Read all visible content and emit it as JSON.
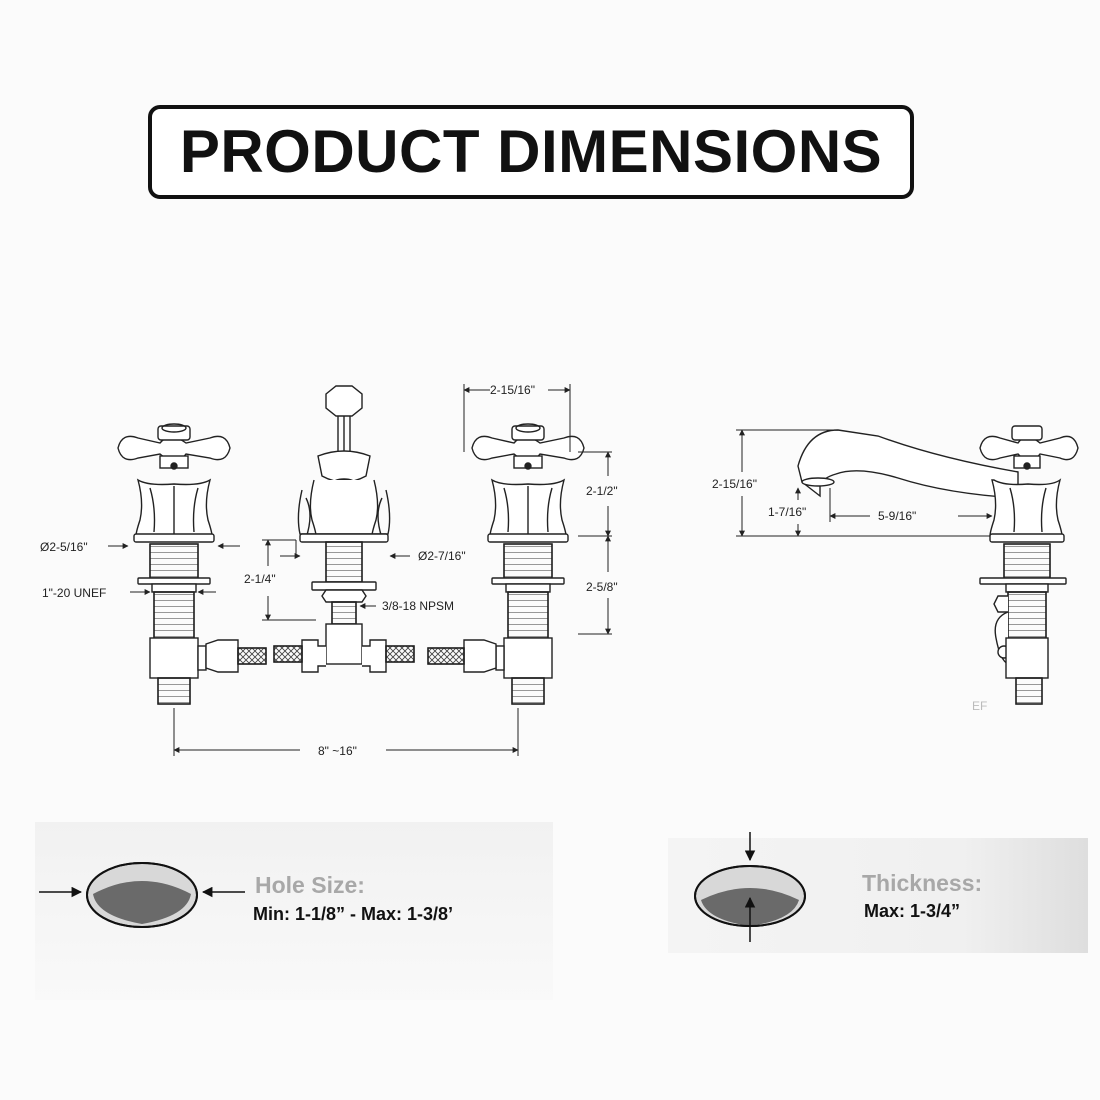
{
  "header": {
    "title": "PRODUCT DIMENSIONS"
  },
  "front_view": {
    "dimensions": {
      "handle_width": "2-15/16\"",
      "handle_height": "2-1/2\"",
      "shank_length": "2-5/8\"",
      "base_diameter_handle": "Ø2-5/16\"",
      "base_diameter_spout": "Ø2-7/16\"",
      "spout_shank_length": "2-1/4\"",
      "shank_thread": "1\"-20 UNEF",
      "inlet_thread": "3/8-18 NPSM",
      "spread": "8\" ~16\""
    }
  },
  "side_view": {
    "dimensions": {
      "overall_height": "2-15/16\"",
      "spout_height": "1-7/16\"",
      "spout_reach": "5-9/16\""
    },
    "fragments": {
      "unef_partial": "EF"
    }
  },
  "hole_size": {
    "heading": "Hole Size:",
    "value": "Min: 1-1/8”  -  Max: 1-3/8’"
  },
  "thickness": {
    "heading": "Thickness:",
    "value": "Max: 1-3/4”"
  },
  "colors": {
    "line": "#222222",
    "text": "#111111",
    "heading_grey": "#a8a8a8"
  }
}
